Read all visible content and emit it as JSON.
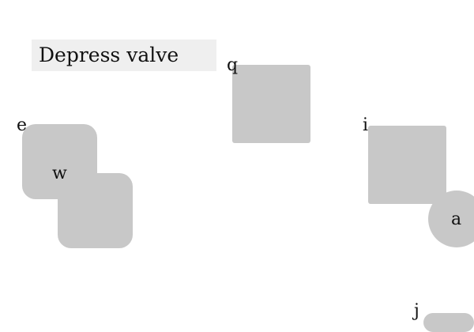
{
  "instruction": {
    "text": "Depress valve"
  },
  "labels": {
    "e": "e",
    "w": "w",
    "q": "q",
    "i_top": "i",
    "a": "a",
    "j_bottom": "j"
  },
  "colors": {
    "background": "#ffffff",
    "instruction_bg": "#efefef",
    "shape_fill": "#c8c8c8",
    "text": "#111111"
  }
}
